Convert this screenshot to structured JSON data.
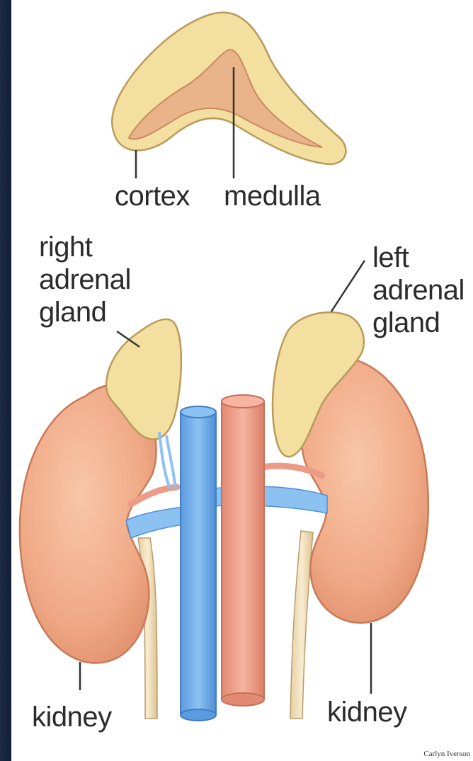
{
  "labels": {
    "cortex": "cortex",
    "medulla": "medulla",
    "right_adrenal": [
      "right",
      "adrenal",
      "gland"
    ],
    "left_adrenal": [
      "left",
      "adrenal",
      "gland"
    ],
    "kidney_left_side": "kidney",
    "kidney_right_side": "kidney"
  },
  "credit": "Carlyn Iverson",
  "colors": {
    "adrenal_cortex": "#f3dfa0",
    "adrenal_medulla": "#e9b48a",
    "kidney": "#f2b08d",
    "vena_cava": "#6aa8e6",
    "aorta": "#ec9c86",
    "ureter": "#f1e0b8"
  }
}
